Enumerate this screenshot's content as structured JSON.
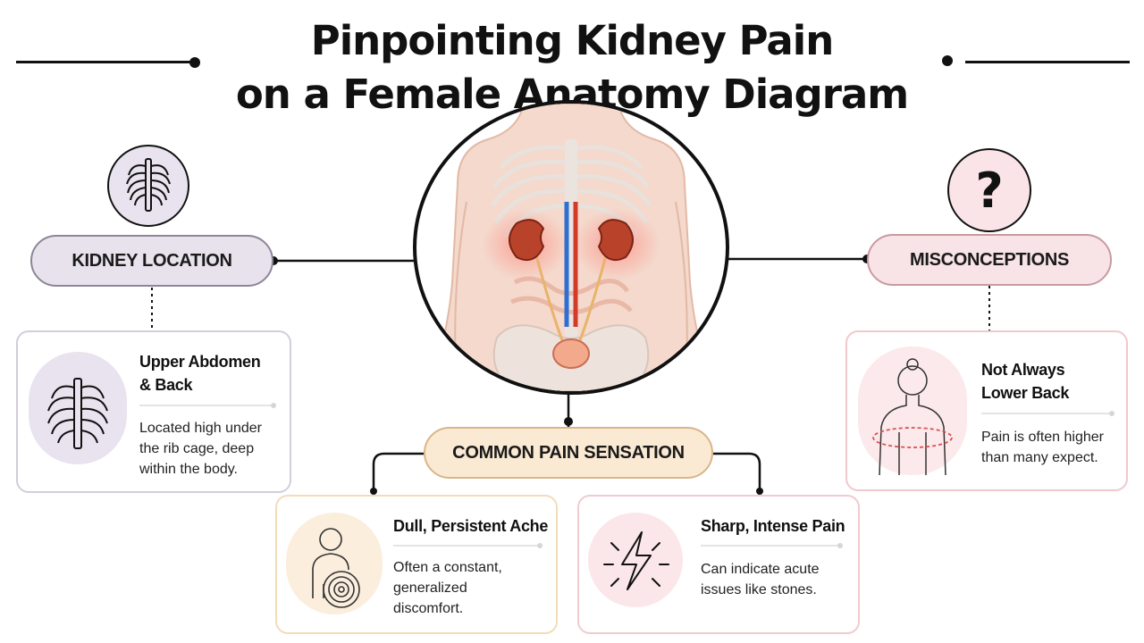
{
  "title": {
    "line1": "Pinpointing Kidney Pain",
    "line2": "on a Female Anatomy Diagram"
  },
  "kidney_location": {
    "label": "KIDNEY LOCATION",
    "icon": "ribcage-icon",
    "card": {
      "title_line1": "Upper Abdomen",
      "title_line2": "& Back",
      "text_line1": "Located high under",
      "text_line2": "the rib cage, deep",
      "text_line3": "within the body.",
      "icon": "ribcage-icon"
    }
  },
  "misconceptions": {
    "label": "MISCONCEPTIONS",
    "icon": "question-mark-icon",
    "card": {
      "title_line1": "Not Always",
      "title_line2": "Lower Back",
      "text_line1": "Pain is often higher",
      "text_line2": "than many expect.",
      "icon": "back-figure-icon"
    }
  },
  "sensation": {
    "label": "COMMON PAIN SENSATION",
    "dull": {
      "title": "Dull, Persistent Ache",
      "text_line1": "Often a constant,",
      "text_line2": "generalized",
      "text_line3": "discomfort.",
      "icon": "person-target-icon"
    },
    "sharp": {
      "title": "Sharp, Intense Pain",
      "text_line1": "Can indicate acute",
      "text_line2": "issues like stones.",
      "icon": "lightning-icon"
    }
  },
  "center": {
    "illustration": "female-torso-anatomy-illustration"
  },
  "colors": {
    "lavender": "#e7e2ec",
    "pink": "#f8e3e6",
    "peach": "#fbead3",
    "kidney": "#b8432a"
  }
}
